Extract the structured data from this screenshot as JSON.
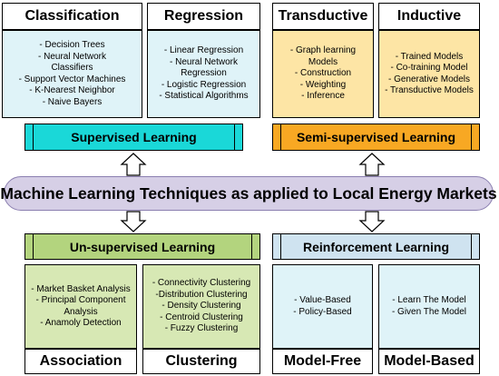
{
  "supervised": {
    "banner": "Supervised Learning",
    "classification": {
      "title": "Classification",
      "items": [
        "- Decision Trees",
        "- Neural Network\nClassifiers",
        "- Support Vector Machines",
        "- K-Nearest Neighbor",
        "- Naive Bayers"
      ]
    },
    "regression": {
      "title": "Regression",
      "items": [
        "- Linear Regression",
        "- Neural Network\nRegression",
        "- Logistic Regression",
        "- Statistical Algorithms"
      ]
    }
  },
  "semi_supervised": {
    "banner": "Semi-supervised Learning",
    "transductive": {
      "title": "Transductive",
      "items": [
        "- Graph learning\nModels",
        "- Construction",
        "- Weighting",
        "- Inference"
      ]
    },
    "inductive": {
      "title": "Inductive",
      "items": [
        "- Trained Models",
        "- Co-training Model",
        "- Generative Models",
        "- Transductive Models"
      ]
    }
  },
  "center": {
    "label": "Machine Learning Techniques as applied to Local Energy Markets"
  },
  "unsupervised": {
    "banner": "Un-supervised Learning",
    "association": {
      "title": "Association",
      "items": [
        "- Market Basket Analysis",
        "- Principal Component\nAnalysis",
        "- Anamoly Detection"
      ]
    },
    "clustering": {
      "title": "Clustering",
      "items": [
        "- Connectivity Clustering",
        "-Distribution Clustering",
        "- Density Clustering",
        "- Centroid Clustering",
        "- Fuzzy Clustering"
      ]
    }
  },
  "reinforcement": {
    "banner": "Reinforcement Learning",
    "model_free": {
      "title": "Model-Free",
      "items": [
        "- Value-Based",
        "- Policy-Based"
      ]
    },
    "model_based": {
      "title": "Model-Based",
      "items": [
        "- Learn The Model",
        "- Given The Model"
      ]
    }
  },
  "colors": {
    "supervised_fill": "#1ad8d8",
    "supervised_light": "#dff3f8",
    "semi_fill": "#f8a823",
    "semi_light": "#fde5a5",
    "unsupervised_fill": "#b3d47e",
    "unsupervised_light": "#d7e8b4",
    "reinforcement_fill": "#cfe3f0",
    "reinforcement_light": "#dff3f8",
    "center_fill": "#d6cfe6"
  }
}
